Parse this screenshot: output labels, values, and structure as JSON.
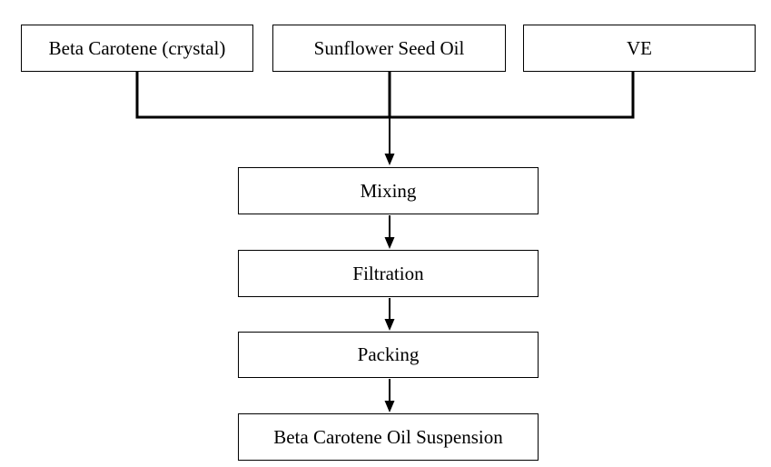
{
  "diagram": {
    "inputs": [
      {
        "id": "beta-carotene",
        "label": "Beta Carotene (crystal)"
      },
      {
        "id": "sunflower-seed-oil",
        "label": "Sunflower Seed Oil"
      },
      {
        "id": "ve",
        "label": "VE"
      }
    ],
    "steps": [
      {
        "id": "mixing",
        "label": "Mixing"
      },
      {
        "id": "filtration",
        "label": "Filtration"
      },
      {
        "id": "packing",
        "label": "Packing"
      },
      {
        "id": "output",
        "label": "Beta Carotene Oil Suspension"
      }
    ],
    "colors": {
      "line": "#000000",
      "box_border": "#000000",
      "text": "#000000",
      "background": "#ffffff"
    }
  }
}
